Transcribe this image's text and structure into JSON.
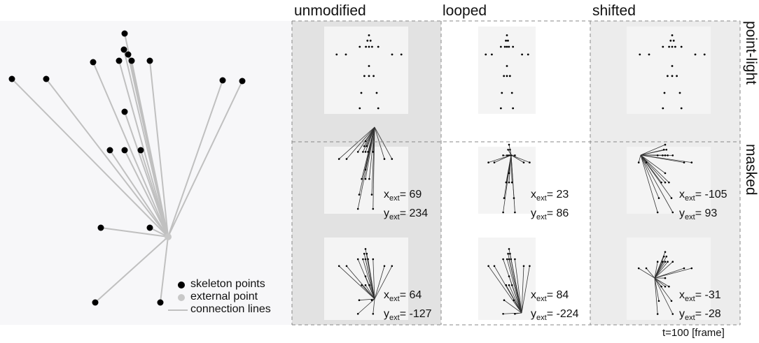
{
  "columns": [
    "unmodified",
    "looped",
    "shifted"
  ],
  "rows": [
    "point-light",
    "masked"
  ],
  "legend": {
    "skeleton": "skeleton points",
    "external": "external point",
    "lines": "connection lines"
  },
  "ext_values": [
    {
      "x": "69",
      "y": "234"
    },
    {
      "x": "23",
      "y": "86"
    },
    {
      "x": "-105",
      "y": "93"
    },
    {
      "x": "64",
      "y": "-127"
    },
    {
      "x": "84",
      "y": "-224"
    },
    {
      "x": "-31",
      "y": "-28"
    }
  ],
  "ext_sub": "ext",
  "footer": "t=100 [frame]",
  "colors": {
    "skeleton_point": "#000000",
    "external_point": "#c8c8c8",
    "connection_line": "#c0c0c0",
    "panel_dark": "#e2e2e2",
    "panel_light": "#eeeeee",
    "page_bg": "#f7f7f9"
  }
}
